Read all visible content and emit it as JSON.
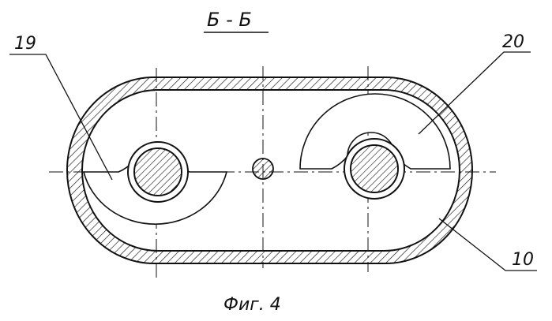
{
  "section_label": "Б - Б",
  "figure_caption": "Фиг. 4",
  "callouts": [
    {
      "id": "callout-19",
      "text": "19"
    },
    {
      "id": "callout-20",
      "text": "20"
    },
    {
      "id": "callout-10",
      "text": "10"
    }
  ],
  "colors": {
    "ink": "#111111",
    "background": "#ffffff"
  }
}
